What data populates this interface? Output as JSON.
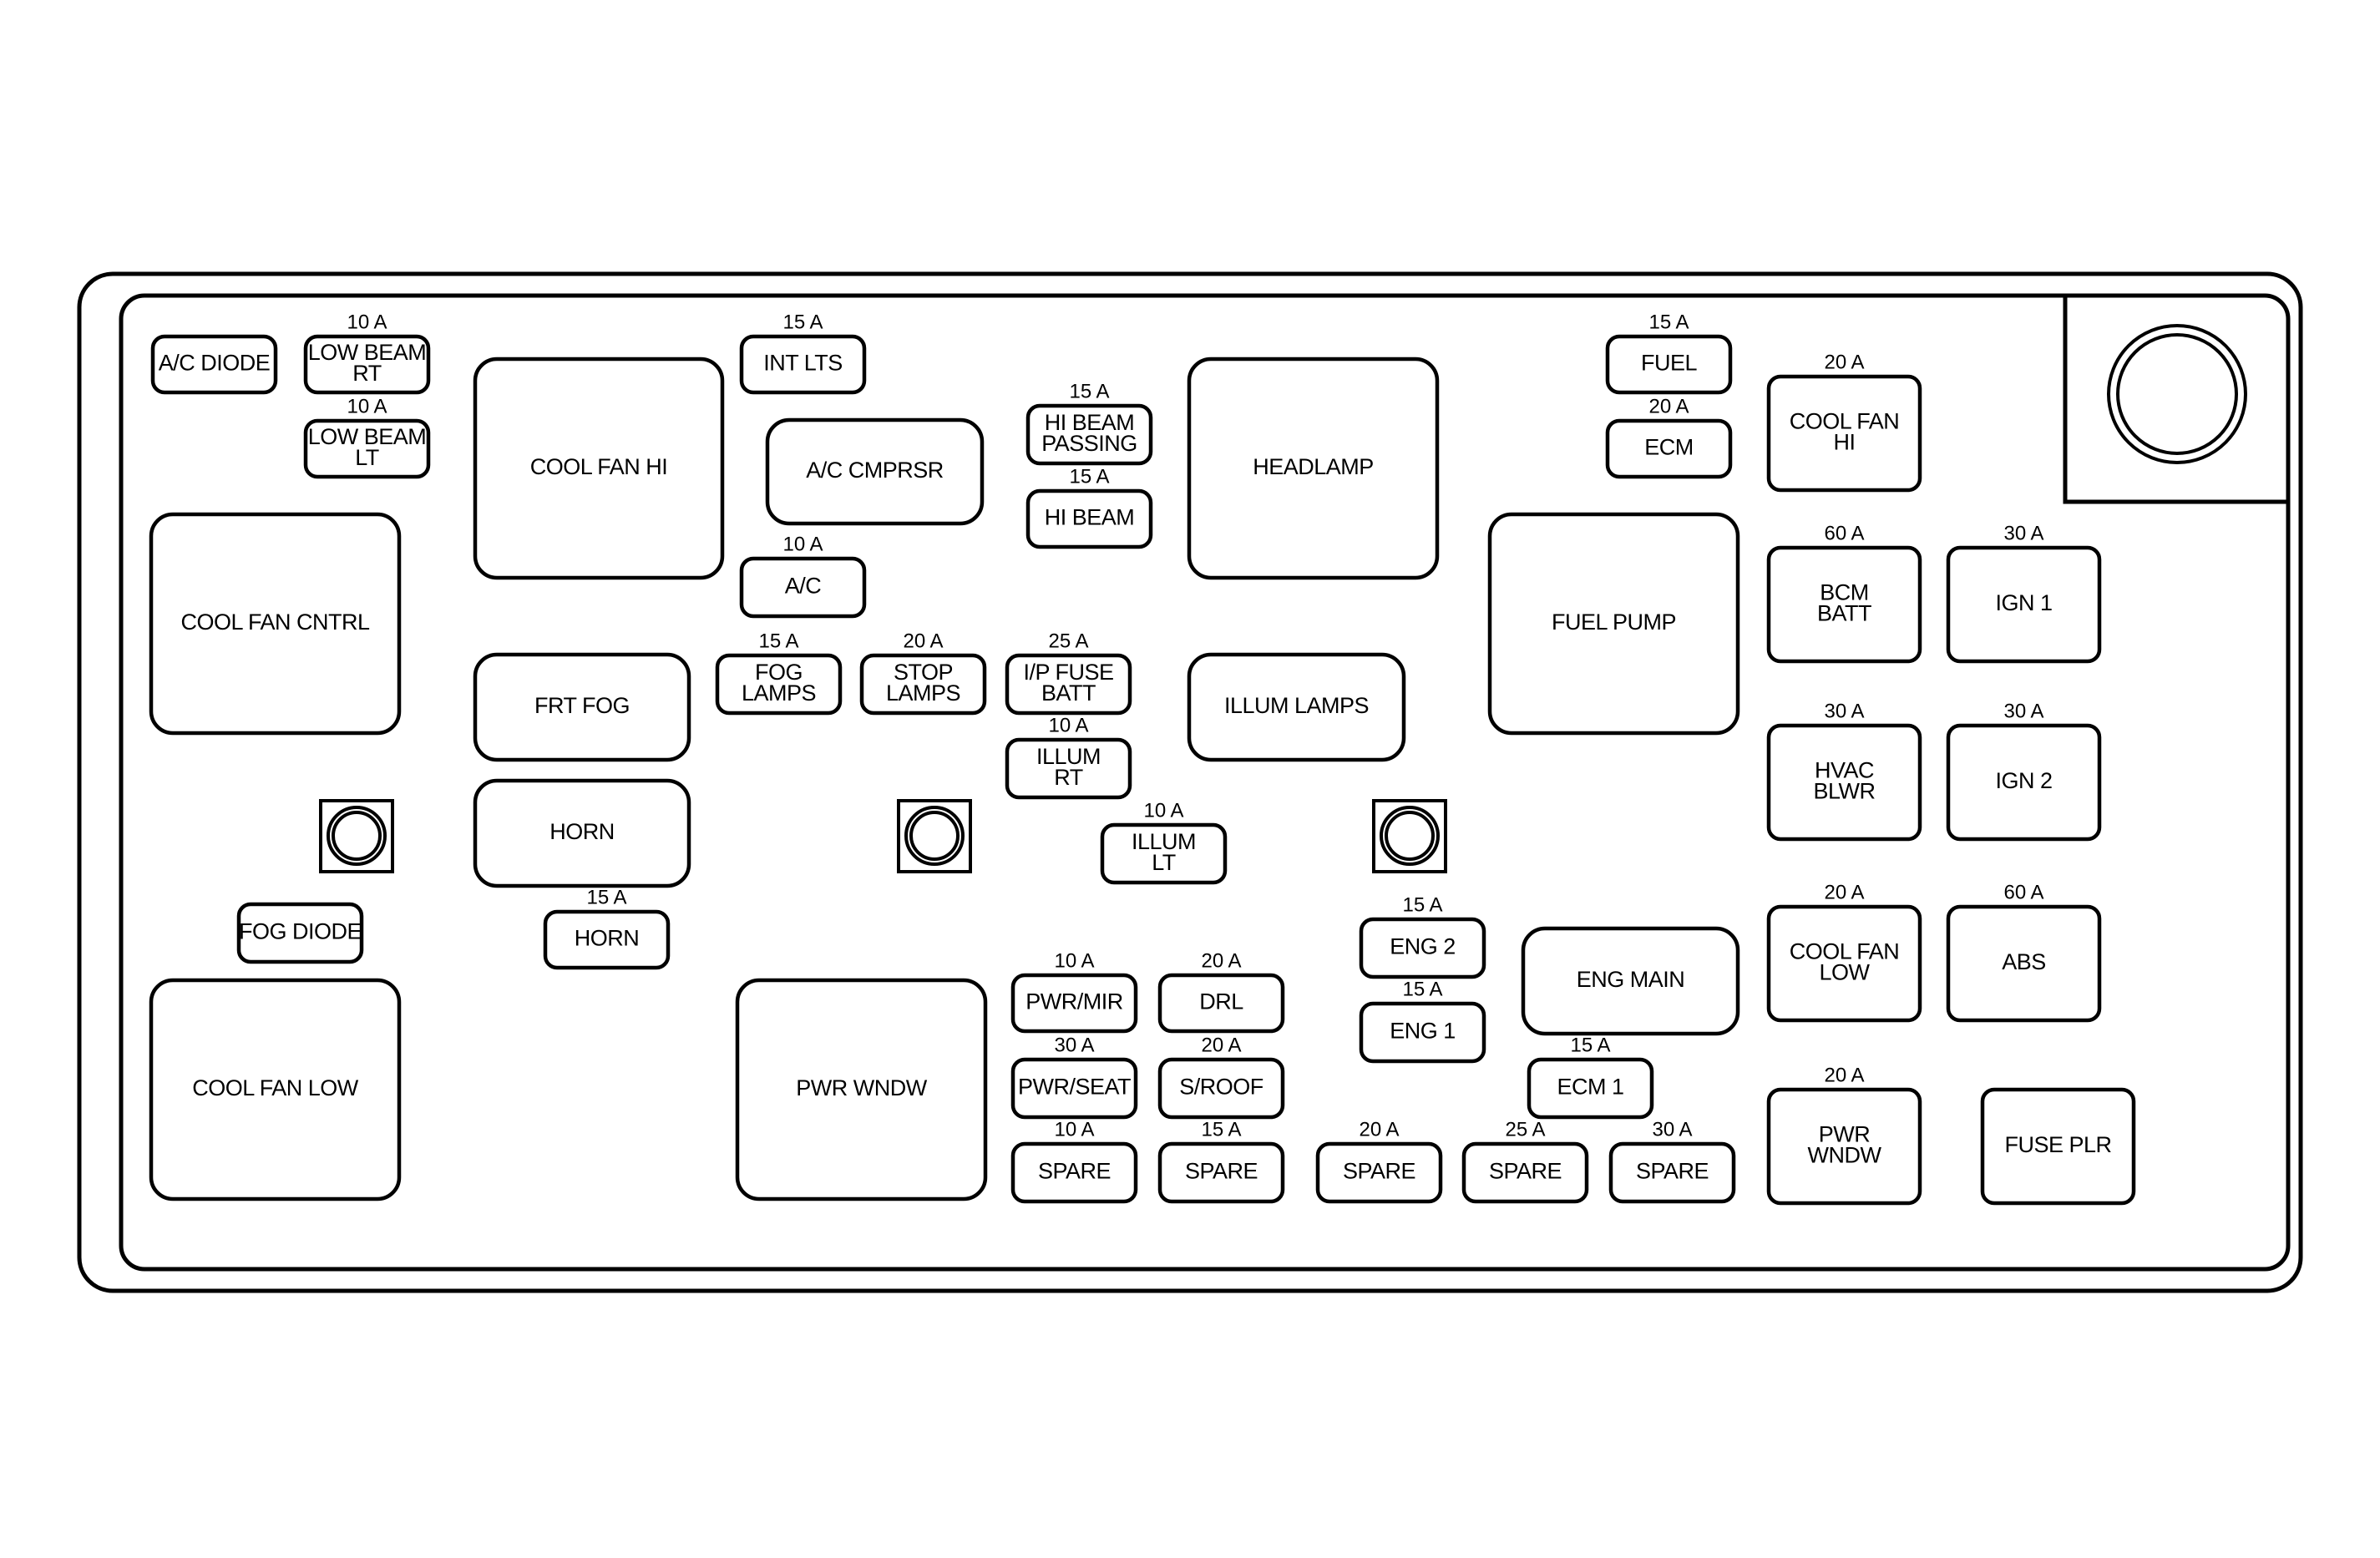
{
  "fuse_block": {
    "components": [
      {
        "id": "ac-diode",
        "lines": [
          "A/C DIODE"
        ],
        "rating": ""
      },
      {
        "id": "low-beam-rt",
        "lines": [
          "LOW BEAM",
          "RT"
        ],
        "rating": "10 A"
      },
      {
        "id": "low-beam-lt",
        "lines": [
          "LOW BEAM",
          "LT"
        ],
        "rating": "10 A"
      },
      {
        "id": "cool-fan-hi-relay",
        "lines": [
          "COOL FAN HI"
        ],
        "rating": ""
      },
      {
        "id": "int-lts",
        "lines": [
          "INT LTS"
        ],
        "rating": "15 A"
      },
      {
        "id": "ac-cmprsr",
        "lines": [
          "A/C CMPRSR"
        ],
        "rating": ""
      },
      {
        "id": "hi-beam-passing",
        "lines": [
          "HI BEAM",
          "PASSING"
        ],
        "rating": "15 A"
      },
      {
        "id": "hi-beam",
        "lines": [
          "HI BEAM"
        ],
        "rating": "15 A"
      },
      {
        "id": "headlamp",
        "lines": [
          "HEADLAMP"
        ],
        "rating": ""
      },
      {
        "id": "fuel",
        "lines": [
          "FUEL"
        ],
        "rating": "15 A"
      },
      {
        "id": "ecm",
        "lines": [
          "ECM"
        ],
        "rating": "20 A"
      },
      {
        "id": "cool-fan-hi-fuse",
        "lines": [
          "COOL FAN",
          "HI"
        ],
        "rating": "20 A"
      },
      {
        "id": "cool-fan-cntrl",
        "lines": [
          "COOL FAN CNTRL"
        ],
        "rating": ""
      },
      {
        "id": "ac",
        "lines": [
          "A/C"
        ],
        "rating": "10 A"
      },
      {
        "id": "fuel-pump",
        "lines": [
          "FUEL PUMP"
        ],
        "rating": ""
      },
      {
        "id": "bcm-batt",
        "lines": [
          "BCM",
          "BATT"
        ],
        "rating": "60 A"
      },
      {
        "id": "ign-1",
        "lines": [
          "IGN 1"
        ],
        "rating": "30 A"
      },
      {
        "id": "frt-fog",
        "lines": [
          "FRT FOG"
        ],
        "rating": ""
      },
      {
        "id": "fog-lamps",
        "lines": [
          "FOG",
          "LAMPS"
        ],
        "rating": "15 A"
      },
      {
        "id": "stop-lamps",
        "lines": [
          "STOP",
          "LAMPS"
        ],
        "rating": "20 A"
      },
      {
        "id": "ip-fuse-batt",
        "lines": [
          "I/P FUSE",
          "BATT"
        ],
        "rating": "25 A"
      },
      {
        "id": "illum-lamps",
        "lines": [
          "ILLUM LAMPS"
        ],
        "rating": ""
      },
      {
        "id": "illum-rt",
        "lines": [
          "ILLUM",
          "RT"
        ],
        "rating": "10 A"
      },
      {
        "id": "hvac-blwr",
        "lines": [
          "HVAC",
          "BLWR"
        ],
        "rating": "30 A"
      },
      {
        "id": "ign-2",
        "lines": [
          "IGN 2"
        ],
        "rating": "30 A"
      },
      {
        "id": "horn-relay",
        "lines": [
          "HORN"
        ],
        "rating": ""
      },
      {
        "id": "illum-lt",
        "lines": [
          "ILLUM",
          "LT"
        ],
        "rating": "10 A"
      },
      {
        "id": "horn-fuse",
        "lines": [
          "HORN"
        ],
        "rating": "15 A"
      },
      {
        "id": "fog-diode",
        "lines": [
          "FOG DIODE"
        ],
        "rating": ""
      },
      {
        "id": "eng-2",
        "lines": [
          "ENG 2"
        ],
        "rating": "15 A"
      },
      {
        "id": "eng-main",
        "lines": [
          "ENG MAIN"
        ],
        "rating": ""
      },
      {
        "id": "cool-fan-low-fuse",
        "lines": [
          "COOL FAN",
          "LOW"
        ],
        "rating": "20 A"
      },
      {
        "id": "abs",
        "lines": [
          "ABS"
        ],
        "rating": "60 A"
      },
      {
        "id": "cool-fan-low-relay",
        "lines": [
          "COOL FAN LOW"
        ],
        "rating": ""
      },
      {
        "id": "pwr-wndw-relay",
        "lines": [
          "PWR WNDW"
        ],
        "rating": ""
      },
      {
        "id": "pwr-mir",
        "lines": [
          "PWR/MIR"
        ],
        "rating": "10 A"
      },
      {
        "id": "drl",
        "lines": [
          "DRL"
        ],
        "rating": "20 A"
      },
      {
        "id": "eng-1",
        "lines": [
          "ENG 1"
        ],
        "rating": "15 A"
      },
      {
        "id": "pwr-seat",
        "lines": [
          "PWR/SEAT"
        ],
        "rating": "30 A"
      },
      {
        "id": "s-roof",
        "lines": [
          "S/ROOF"
        ],
        "rating": "20 A"
      },
      {
        "id": "ecm-1",
        "lines": [
          "ECM 1"
        ],
        "rating": "15 A"
      },
      {
        "id": "pwr-wndw-fuse",
        "lines": [
          "PWR",
          "WNDW"
        ],
        "rating": "20 A"
      },
      {
        "id": "fuse-plr",
        "lines": [
          "FUSE PLR"
        ],
        "rating": ""
      },
      {
        "id": "spare-1",
        "lines": [
          "SPARE"
        ],
        "rating": "10 A"
      },
      {
        "id": "spare-2",
        "lines": [
          "SPARE"
        ],
        "rating": "15 A"
      },
      {
        "id": "spare-3",
        "lines": [
          "SPARE"
        ],
        "rating": "20 A"
      },
      {
        "id": "spare-4",
        "lines": [
          "SPARE"
        ],
        "rating": "25 A"
      },
      {
        "id": "spare-5",
        "lines": [
          "SPARE"
        ],
        "rating": "30 A"
      }
    ]
  }
}
